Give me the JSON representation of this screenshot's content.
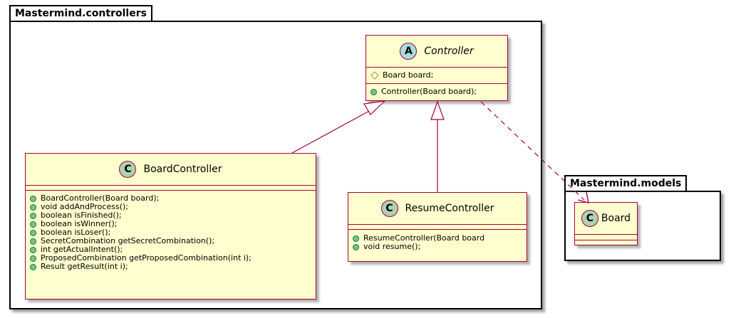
{
  "packages": {
    "controllers": {
      "name": "Mastermind.controllers"
    },
    "models": {
      "name": "Mastermind.models"
    }
  },
  "classes": {
    "controller": {
      "stereotype": "A",
      "name": "Controller",
      "fields": [
        "Board board;"
      ],
      "methods": [
        "Controller(Board board);"
      ]
    },
    "board_controller": {
      "stereotype": "C",
      "name": "BoardController",
      "methods": [
        "BoardController(Board board);",
        "void addAndProcess();",
        "boolean isFinished();",
        "boolean isWinner();",
        "boolean isLoser();",
        "SecretCombination getSecretCombination();",
        "int getActualIntent();",
        "ProposedCombination getProposedCombination(int i);",
        "Result getResult(int i);"
      ]
    },
    "resume_controller": {
      "stereotype": "C",
      "name": "ResumeController",
      "methods": [
        "ResumeController(Board board",
        "void resume();"
      ]
    },
    "board": {
      "stereotype": "C",
      "name": "Board"
    }
  },
  "relations": [
    {
      "from": "BoardController",
      "to": "Controller",
      "kind": "generalization"
    },
    {
      "from": "ResumeController",
      "to": "Controller",
      "kind": "generalization"
    },
    {
      "from": "Controller",
      "to": "Board",
      "kind": "dependency"
    }
  ],
  "colors": {
    "class_fill": "#FEFECE",
    "class_border": "#A80036",
    "abstract_badge": "#A9DCDF",
    "class_badge": "#ADD1B2",
    "link": "#A80036"
  }
}
